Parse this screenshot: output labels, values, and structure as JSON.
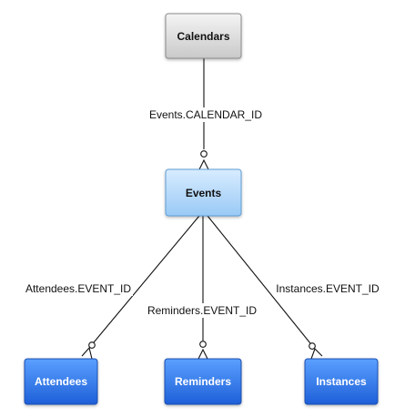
{
  "diagram": {
    "nodes": {
      "calendars": {
        "label": "Calendars",
        "style": "gray"
      },
      "events": {
        "label": "Events",
        "style": "lightblue"
      },
      "attendees": {
        "label": "Attendees",
        "style": "blue"
      },
      "reminders": {
        "label": "Reminders",
        "style": "blue"
      },
      "instances": {
        "label": "Instances",
        "style": "blue"
      }
    },
    "edges": {
      "calendar_id": {
        "label": "Events.CALENDAR_ID",
        "from": "Calendars",
        "to": "Events",
        "relation": "one-to-many"
      },
      "attendees_event_id": {
        "label": "Attendees.EVENT_ID",
        "from": "Events",
        "to": "Attendees",
        "relation": "one-to-many"
      },
      "reminders_event_id": {
        "label": "Reminders.EVENT_ID",
        "from": "Events",
        "to": "Reminders",
        "relation": "one-to-many"
      },
      "instances_event_id": {
        "label": "Instances.EVENT_ID",
        "from": "Events",
        "to": "Instances",
        "relation": "one-to-many"
      }
    },
    "colors": {
      "gray_top": "#f4f4f4",
      "gray_bottom": "#c9c9c9",
      "gray_border": "#8c8c8c",
      "gray_text": "#111111",
      "lightblue_top": "#d8ecff",
      "lightblue_bottom": "#99c9f5",
      "lightblue_border": "#5f9fd6",
      "lightblue_text": "#111111",
      "blue_top": "#5aa0ff",
      "blue_bottom": "#1e5fd8",
      "blue_border": "#1d4fb0",
      "blue_text": "#ffffff",
      "line": "#111111"
    }
  }
}
